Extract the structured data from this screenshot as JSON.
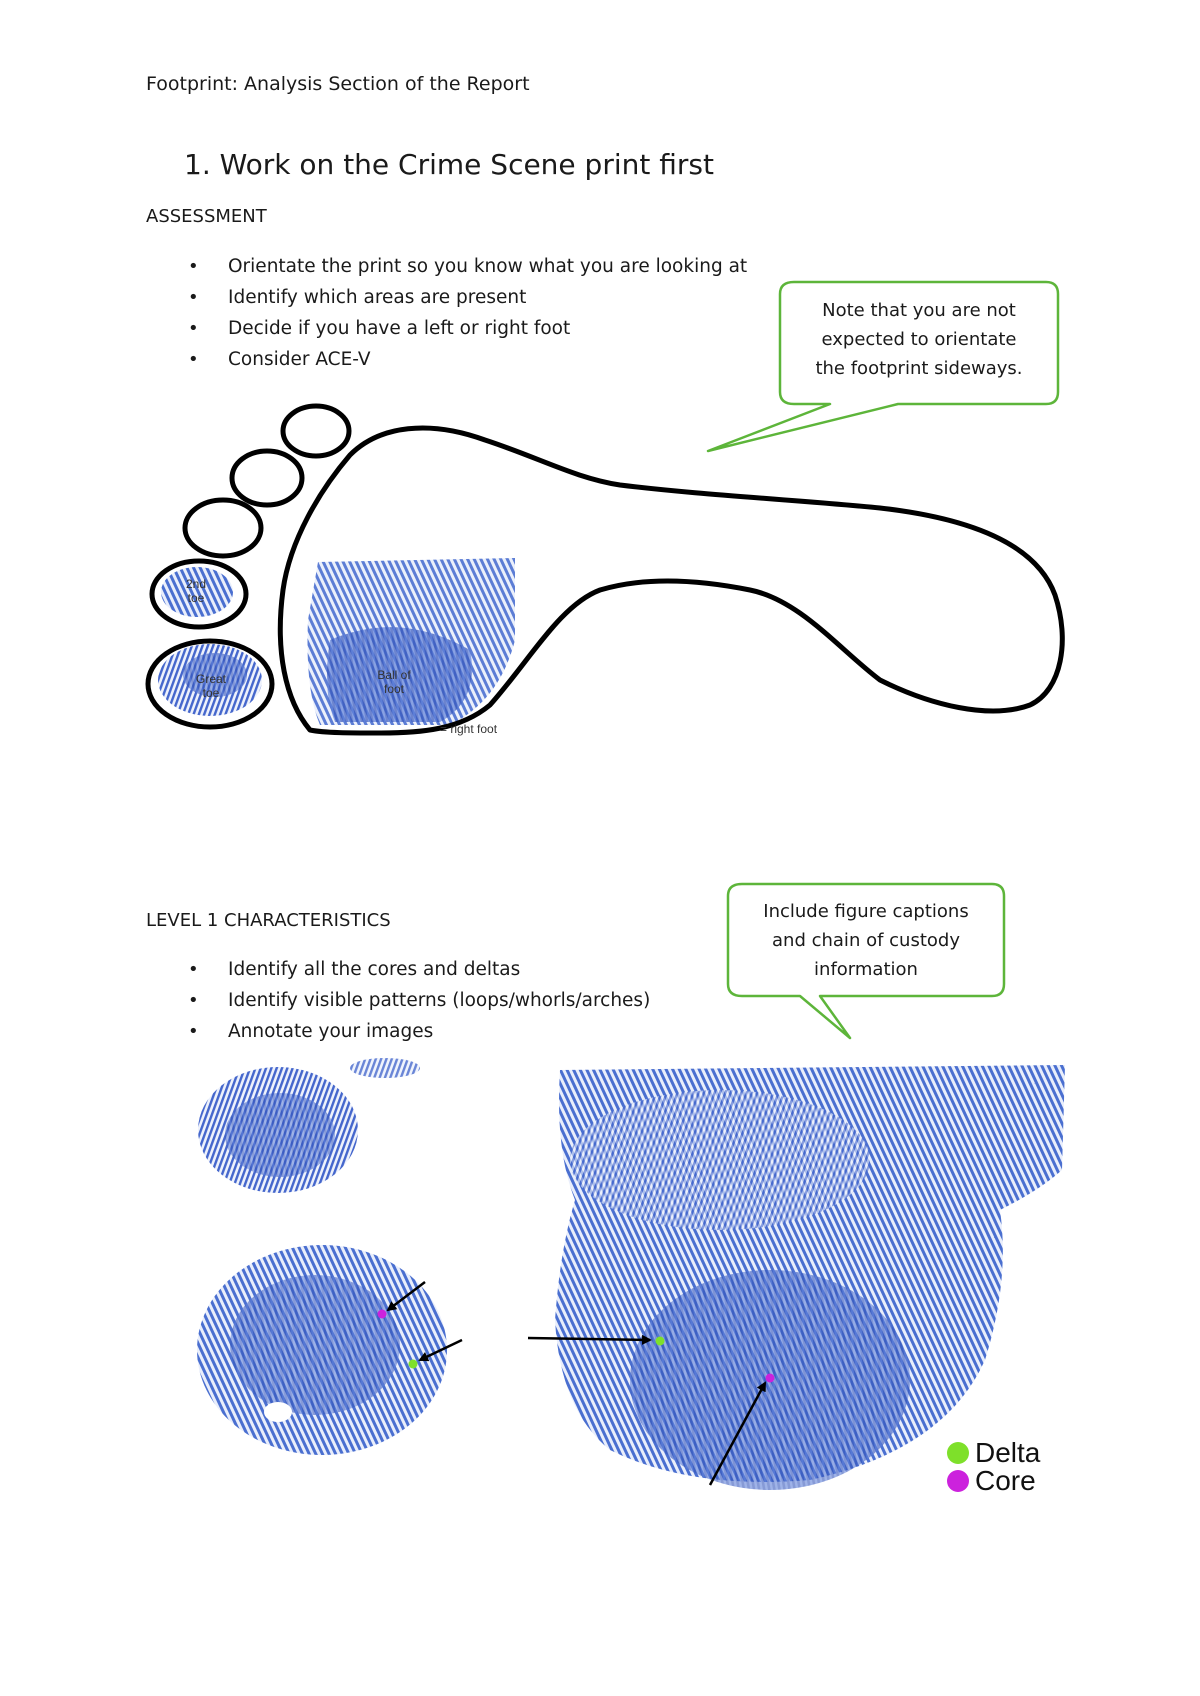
{
  "header": {
    "running_title": "Footprint: Analysis Section of the Report"
  },
  "section1": {
    "heading": "1. Work on the Crime Scene print first",
    "assessment_label": "ASSESSMENT",
    "bullets": [
      "Orientate the print so you know what you are looking at",
      "Identify which areas are present",
      "Decide if you have a left or right foot",
      "Consider ACE-V"
    ]
  },
  "callout1": {
    "lines": [
      "Note that you are not",
      "expected to orientate",
      "the footprint sideways."
    ]
  },
  "footprint_figure": {
    "labels": {
      "second_toe": [
        "2nd",
        "toe"
      ],
      "great_toe": [
        "Great",
        "toe"
      ],
      "ball_of_foot": [
        "Ball of",
        "foot"
      ],
      "conclusion": "= right foot"
    }
  },
  "level1": {
    "label": "LEVEL 1 CHARACTERISTICS",
    "bullets": [
      "Identify all the cores and deltas",
      "Identify visible patterns (loops/whorls/arches)",
      "Annotate your images"
    ]
  },
  "callout2": {
    "lines": [
      "Include figure captions",
      "and chain of custody",
      "information"
    ]
  },
  "legend": {
    "delta": {
      "label": "Delta",
      "color": "#7ee02a"
    },
    "core": {
      "label": "Core",
      "color": "#cc22dd"
    }
  },
  "colors": {
    "print_blue": "#4a6fd0",
    "callout_green": "#5db53a",
    "outline_black": "#000000"
  }
}
